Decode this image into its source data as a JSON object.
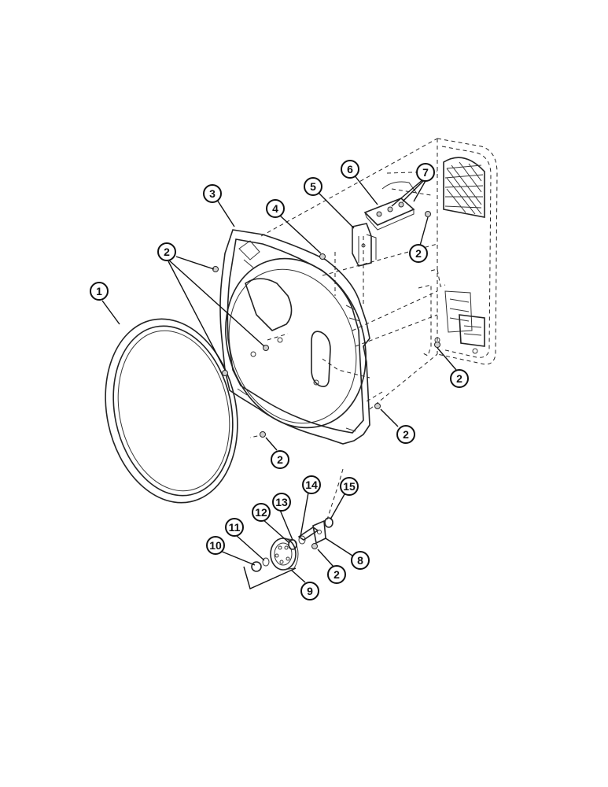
{
  "callouts": [
    {
      "id": "c1",
      "label": "1"
    },
    {
      "id": "c2a",
      "label": "2"
    },
    {
      "id": "c2b",
      "label": "2"
    },
    {
      "id": "c2c",
      "label": "2"
    },
    {
      "id": "c2d",
      "label": "2"
    },
    {
      "id": "c2e",
      "label": "2"
    },
    {
      "id": "c2f",
      "label": "2"
    },
    {
      "id": "c3",
      "label": "3"
    },
    {
      "id": "c4",
      "label": "4"
    },
    {
      "id": "c5",
      "label": "5"
    },
    {
      "id": "c6",
      "label": "6"
    },
    {
      "id": "c7",
      "label": "7"
    },
    {
      "id": "c8",
      "label": "8"
    },
    {
      "id": "c9",
      "label": "9"
    },
    {
      "id": "c10",
      "label": "10"
    },
    {
      "id": "c11",
      "label": "11"
    },
    {
      "id": "c12",
      "label": "12"
    },
    {
      "id": "c13",
      "label": "13"
    },
    {
      "id": "c14",
      "label": "14"
    },
    {
      "id": "c15",
      "label": "15"
    }
  ],
  "colors": {
    "line": "#111111",
    "background": "#ffffff",
    "shade": "#cfcfcf"
  }
}
